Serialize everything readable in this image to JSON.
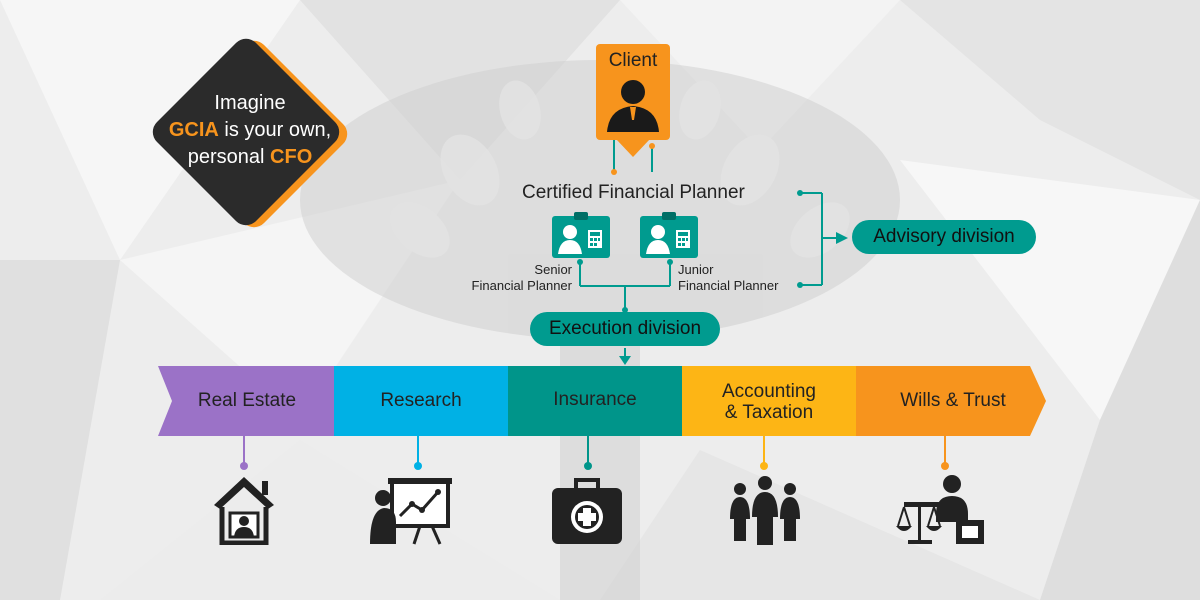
{
  "callout": {
    "line1": "Imagine",
    "brand": "GCIA",
    "line2_rest": " is your own,",
    "line3_pre": "personal ",
    "role": "CFO"
  },
  "client": {
    "label": "Client"
  },
  "planner": {
    "title": "Certified Financial Planner",
    "senior_line1": "Senior",
    "senior_line2": "Financial Planner",
    "junior_line1": "Junior",
    "junior_line2": "Financial Planner"
  },
  "advisory": {
    "label": "Advisory division"
  },
  "execution": {
    "label": "Execution division"
  },
  "divisions": [
    {
      "label": "Real Estate",
      "color": "#9b72c7",
      "icon": "house-person-icon"
    },
    {
      "label": "Research",
      "color": "#00b1e5",
      "icon": "presentation-chart-icon"
    },
    {
      "label": "Insurance",
      "color": "#00958a",
      "icon": "medical-kit-icon"
    },
    {
      "label": "Accounting",
      "label2": "& Taxation",
      "color": "#fdb515",
      "icon": "people-group-icon"
    },
    {
      "label": "Wills & Trust",
      "color": "#f7941d",
      "icon": "lawyer-scales-icon"
    }
  ],
  "colors": {
    "orange": "#f7941d",
    "teal": "#009b8f",
    "dark": "#2b2b2b"
  }
}
